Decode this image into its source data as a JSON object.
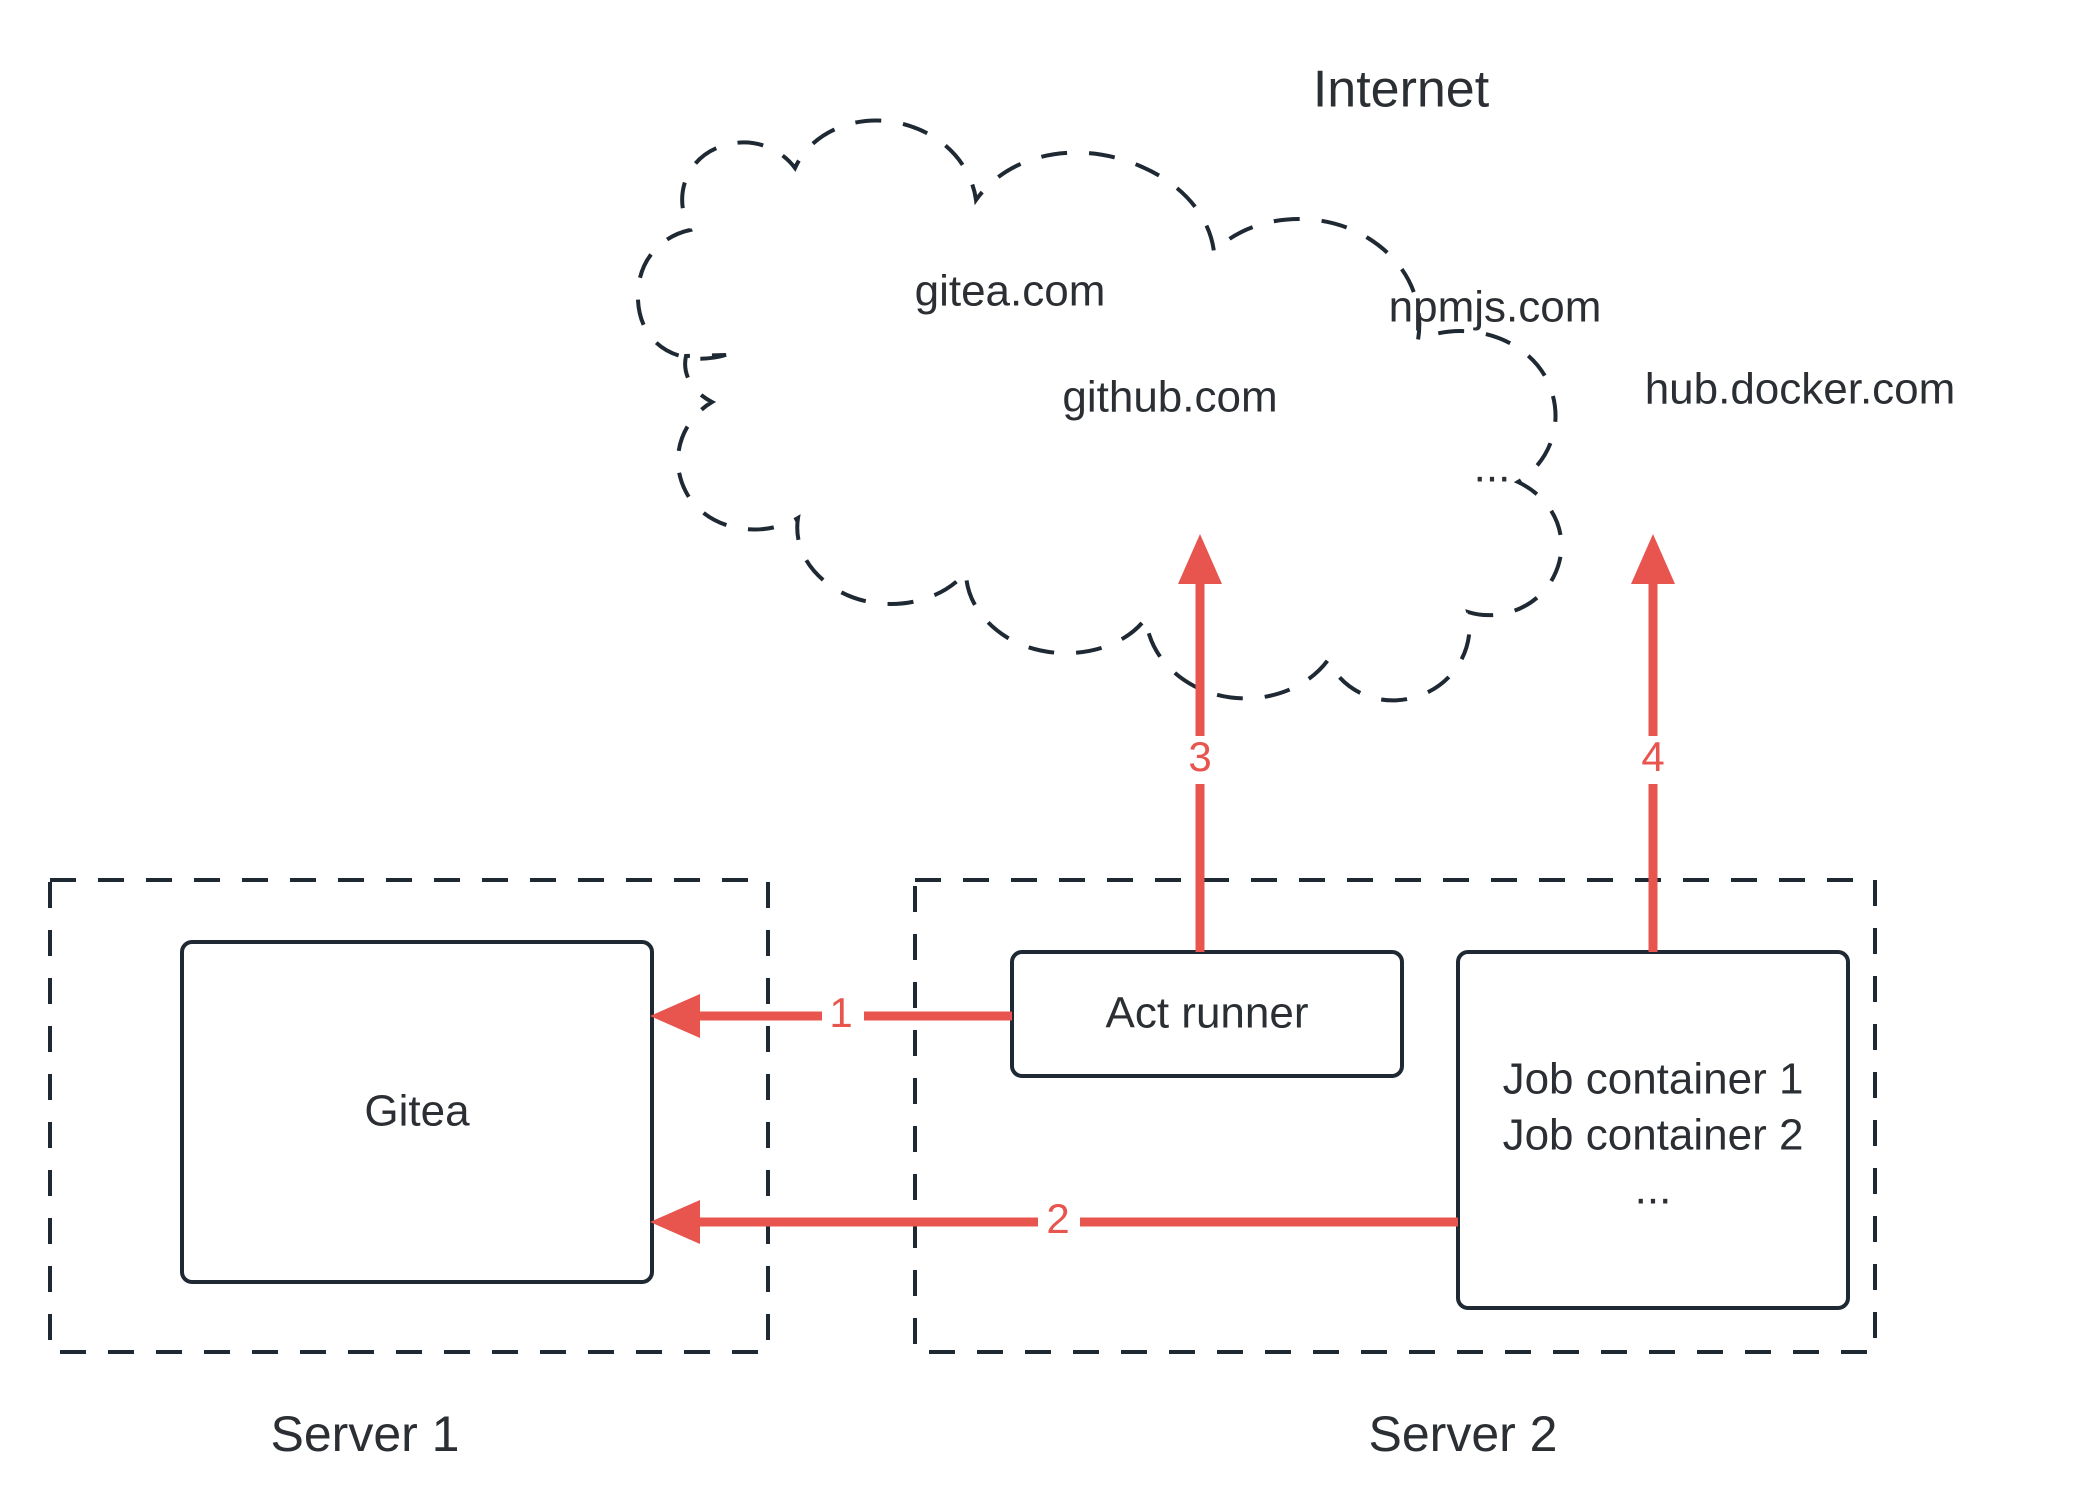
{
  "diagram": {
    "title": "Internet",
    "colors": {
      "accent_red": "#e8544e",
      "outline_dark": "#1f2933",
      "text": "#2b2f33",
      "background": "#ffffff"
    },
    "cloud": {
      "label": "Internet",
      "services": [
        {
          "name": "gitea.com"
        },
        {
          "name": "npmjs.com"
        },
        {
          "name": "github.com"
        },
        {
          "name": "hub.docker.com"
        },
        {
          "name": "..."
        }
      ]
    },
    "servers": [
      {
        "label": "Server 1",
        "nodes": [
          {
            "label": "Gitea"
          }
        ]
      },
      {
        "label": "Server 2",
        "nodes": [
          {
            "label": "Act runner"
          },
          {
            "label_line1": "Job container 1",
            "label_line2": "Job container 2",
            "label_line3": "..."
          }
        ]
      }
    ],
    "flows": [
      {
        "id": "1",
        "label": "1",
        "from": "Act runner",
        "to": "Gitea",
        "direction": "left"
      },
      {
        "id": "2",
        "label": "2",
        "from": "Job containers",
        "to": "Gitea",
        "direction": "left"
      },
      {
        "id": "3",
        "label": "3",
        "from": "Act runner",
        "to": "Internet",
        "direction": "up"
      },
      {
        "id": "4",
        "label": "4",
        "from": "Job containers",
        "to": "Internet",
        "direction": "up"
      }
    ]
  }
}
